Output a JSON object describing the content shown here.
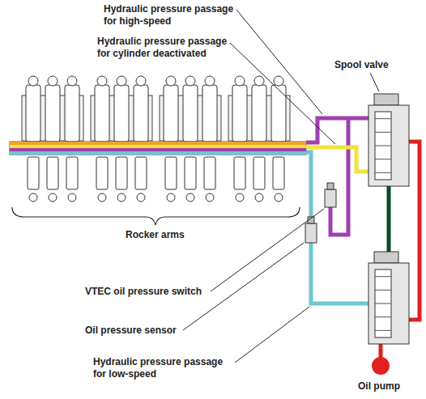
{
  "diagram": {
    "labels": [
      "Hydraulic pressure passage for high-speed",
      "Hydraulic pressure passage for cylinder deactivated",
      "Spool valve",
      "Rocker arms",
      "VTEC oil pressure switch",
      "Oil pressure sensor",
      "Hydraulic pressure passage for low-speed",
      "Oil pump"
    ]
  }
}
